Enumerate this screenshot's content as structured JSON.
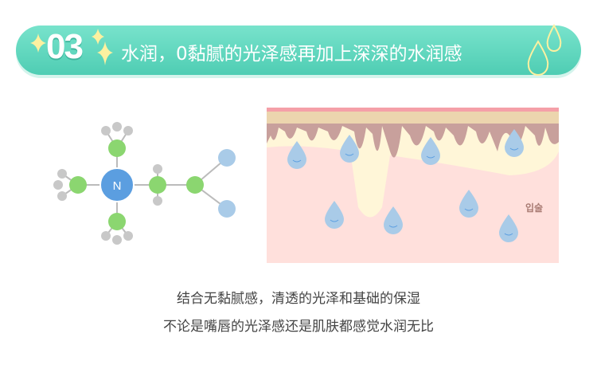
{
  "banner": {
    "number": "03",
    "title": "水润，0黏腻的光泽感再加上深深的水润感"
  },
  "molecule": {
    "center_atom": "N"
  },
  "diagram": {
    "label": "입술"
  },
  "caption": {
    "line1": "结合无黏腻感，清透的光泽和基础的保湿",
    "line2": "不论是嘴唇的光泽感还是肌肤都感觉水润无比"
  },
  "colors": {
    "banner": "#5fd6bd",
    "nitrogen": "#5b9ee0",
    "green": "#8bd670",
    "hydrogen": "#c8c8c8",
    "oxygen": "#a9cbe8",
    "skin": "#ffe0dc"
  }
}
